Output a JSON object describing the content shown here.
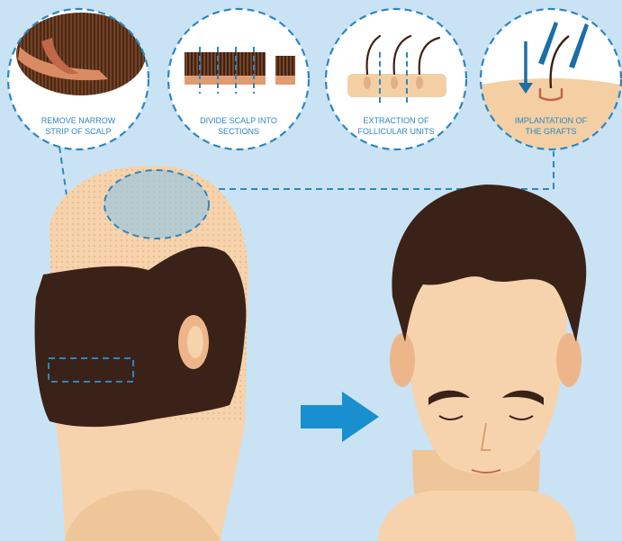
{
  "steps": [
    {
      "line1": "REMOVE NARROW",
      "line2": "STRIP OF SCALP"
    },
    {
      "line1": "DIVIDE SCALP INTO",
      "line2": "SECTIONS"
    },
    {
      "line1": "EXTRACTION OF",
      "line2": "FOLLICULAR UNITS"
    },
    {
      "line1": "IMPLANTATION OF",
      "line2": "THE GRAFTS"
    }
  ],
  "colors": {
    "background": "#c9e3f4",
    "dash": "#2e86c1",
    "arrow": "#1a8fd0",
    "hair": "#3b2218",
    "skin": "#f4cfa4"
  }
}
